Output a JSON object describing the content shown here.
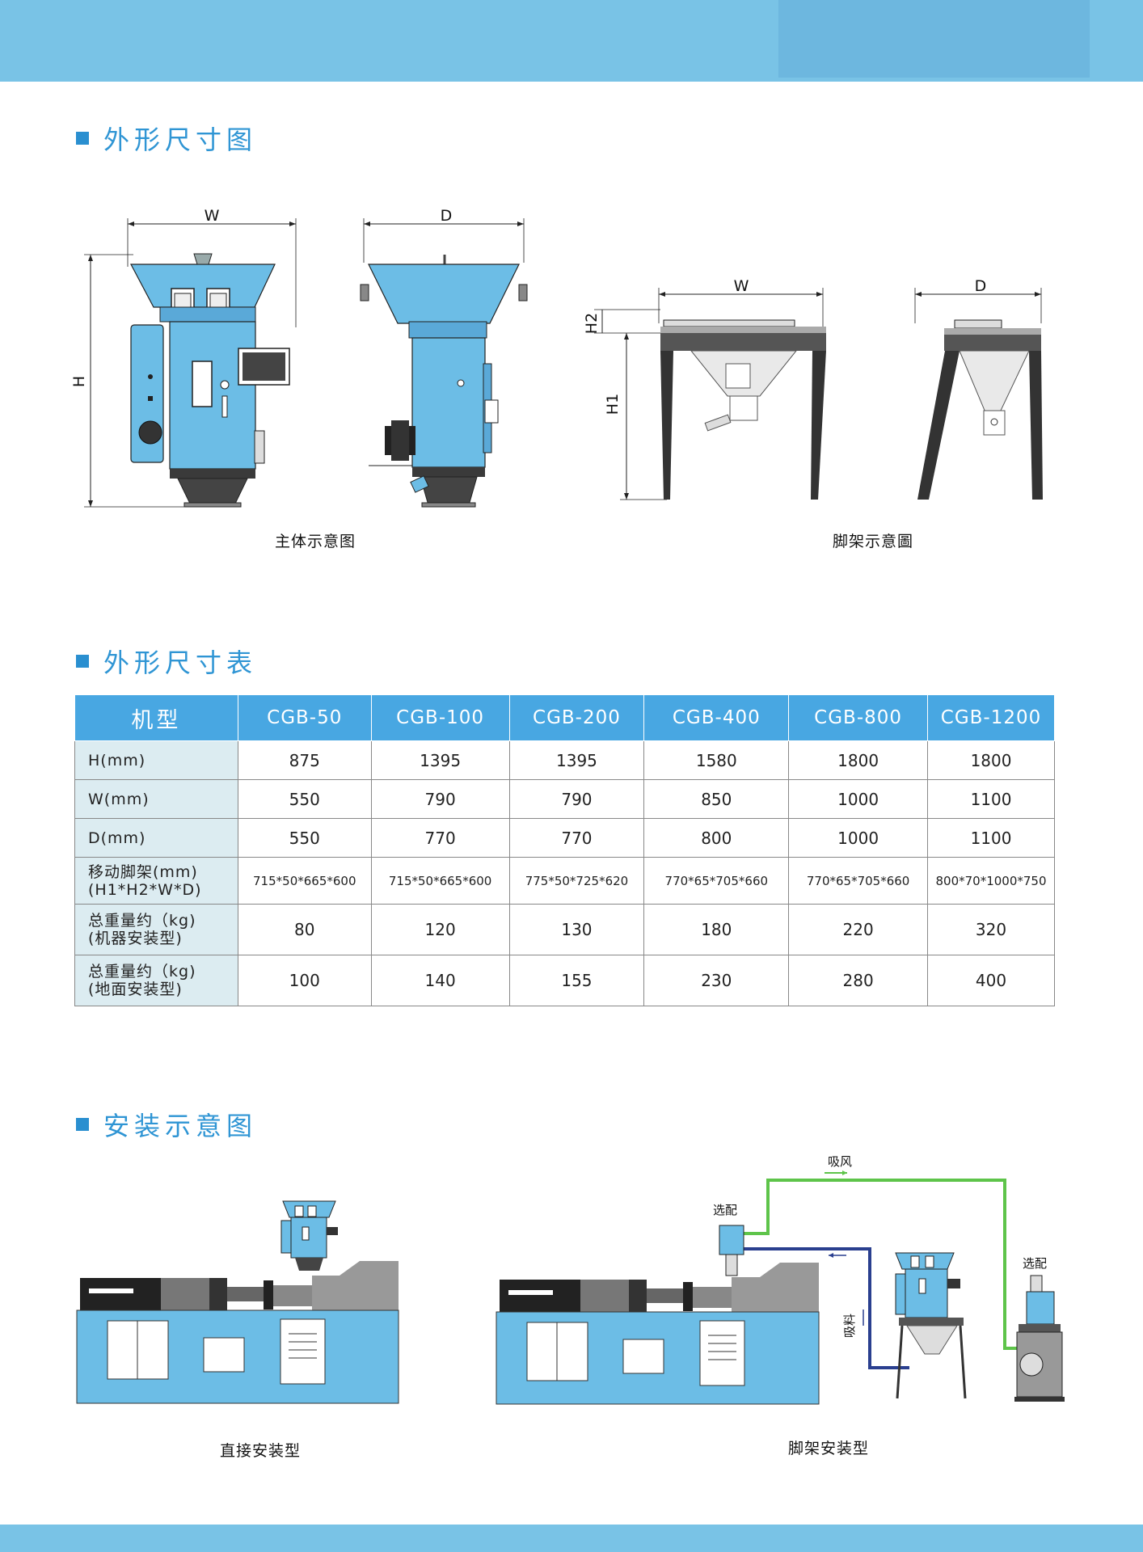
{
  "sections": {
    "outline_drawing": "外形尺寸图",
    "dimension_table": "外形尺寸表",
    "installation": "安装示意图"
  },
  "drawings": {
    "main_body": {
      "caption": "主体示意图",
      "w": "W",
      "d": "D",
      "h": "H"
    },
    "stand": {
      "caption": "脚架示意圖",
      "w": "W",
      "d": "D",
      "h1": "H1",
      "h2": "H2"
    }
  },
  "table": {
    "model_label": "机型",
    "models": [
      "CGB-50",
      "CGB-100",
      "CGB-200",
      "CGB-400",
      "CGB-800",
      "CGB-1200"
    ],
    "rows": [
      {
        "label": [
          "H(mm)"
        ],
        "values": [
          "875",
          "1395",
          "1395",
          "1580",
          "1800",
          "1800"
        ]
      },
      {
        "label": [
          "W(mm)"
        ],
        "values": [
          "550",
          "790",
          "790",
          "850",
          "1000",
          "1100"
        ]
      },
      {
        "label": [
          "D(mm)"
        ],
        "values": [
          "550",
          "770",
          "770",
          "800",
          "1000",
          "1100"
        ]
      },
      {
        "label": [
          "移动脚架(mm)",
          "(H1*H2*W*D)"
        ],
        "values": [
          "715*50*665*600",
          "715*50*665*600",
          "775*50*725*620",
          "770*65*705*660",
          "770*65*705*660",
          "800*70*1000*750"
        ]
      },
      {
        "label": [
          "总重量约（kg)",
          "(机器安装型)"
        ],
        "values": [
          "80",
          "120",
          "130",
          "180",
          "220",
          "320"
        ]
      },
      {
        "label": [
          "总重量约（kg)",
          "(地面安装型)"
        ],
        "values": [
          "100",
          "140",
          "155",
          "230",
          "280",
          "400"
        ]
      }
    ]
  },
  "install": {
    "direct_caption": "直接安装型",
    "stand_caption": "脚架安装型",
    "optional_1": "选配",
    "optional_2": "选配",
    "suction_air": "吸风",
    "suction_material": "吸料"
  },
  "colors": {
    "band": "#79c3e6",
    "title": "#2f95d4",
    "table_header": "#48a7e2",
    "row_label_bg": "#dcecf1",
    "machine_blue": "#6cbde6",
    "green_pipe": "#5ec44a",
    "navy_pipe": "#2a3f8f"
  }
}
